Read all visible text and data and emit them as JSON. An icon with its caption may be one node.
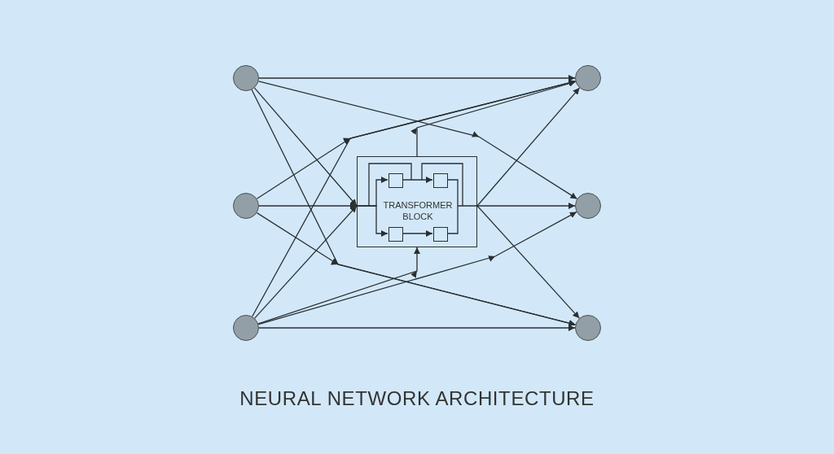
{
  "diagram": {
    "title": "NEURAL NETWORK ARCHITECTURE",
    "nodes": [
      {
        "text": [],
        "shape": "circle"
      },
      {
        "text": [],
        "shape": "circle"
      },
      {
        "text": [],
        "shape": "circle"
      },
      {
        "text": [],
        "shape": "circle"
      },
      {
        "text": [],
        "shape": "circle"
      },
      {
        "text": [],
        "shape": "circle"
      },
      {
        "text": [
          "TRANSFORMER BLOCK"
        ]
      },
      {
        "text": [],
        "shape": "box",
        "in": 6
      },
      {
        "text": [],
        "shape": "box",
        "in": 6
      },
      {
        "text": [],
        "shape": "box",
        "in": 6
      },
      {
        "text": [],
        "shape": "box",
        "in": 6
      }
    ],
    "edges": [
      {
        "from": 0,
        "to": 3,
        "arrow": "to"
      },
      {
        "from": 0,
        "to": 4,
        "arrow": "to"
      },
      {
        "from": 0,
        "to": 5,
        "arrow": "to"
      },
      {
        "from": 0,
        "to": 6,
        "arrow": "to"
      },
      {
        "from": 1,
        "to": 3,
        "arrow": "to"
      },
      {
        "from": 1,
        "to": 6,
        "arrow": "to"
      },
      {
        "from": 1,
        "to": 5,
        "arrow": "to"
      },
      {
        "from": 2,
        "to": 3,
        "arrow": "to"
      },
      {
        "from": 2,
        "to": 6,
        "arrow": "to"
      },
      {
        "from": 2,
        "to": 6,
        "arrow": "to"
      },
      {
        "from": 2,
        "to": 4,
        "arrow": "to"
      },
      {
        "from": 2,
        "to": 5,
        "arrow": "to"
      },
      {
        "from": 6,
        "to": 3,
        "arrow": "to"
      },
      {
        "from": 6,
        "to": 3,
        "arrow": "to"
      },
      {
        "from": 6,
        "to": 4,
        "arrow": "to"
      },
      {
        "from": 6,
        "to": 5,
        "arrow": "to"
      },
      {
        "from": 6,
        "to": 7,
        "arrow": "to"
      },
      {
        "from": 7,
        "to": 8,
        "arrow": "to"
      },
      {
        "from": 6,
        "to": 9,
        "arrow": "to"
      },
      {
        "from": 9,
        "to": 10,
        "arrow": "to"
      },
      {
        "from": 8,
        "to": 10,
        "arrow": "none"
      }
    ]
  }
}
